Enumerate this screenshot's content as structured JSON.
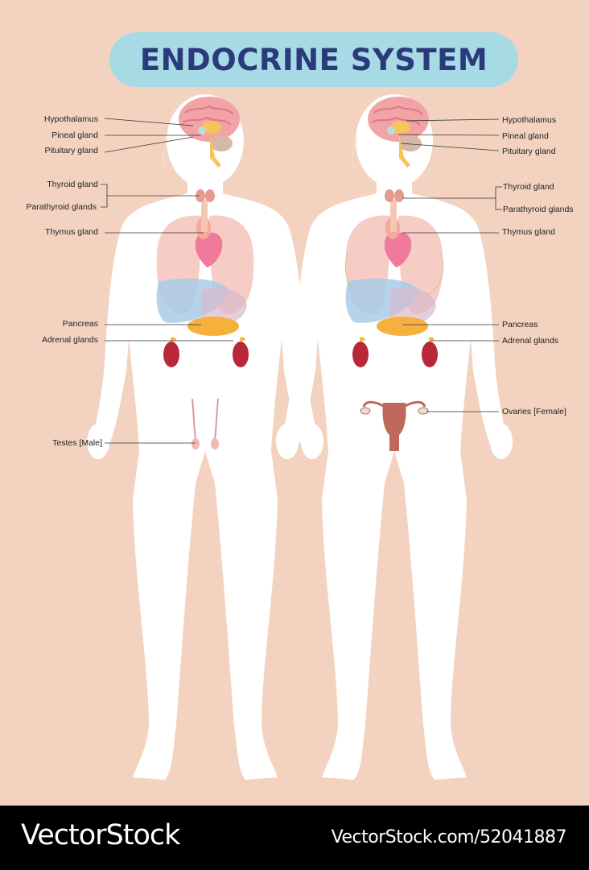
{
  "title": "ENDOCRINE SYSTEM",
  "male_labels": {
    "hypothalamus": "Hypothalamus",
    "pineal": "Pineal gland",
    "pituitary": "Pituitary gland",
    "thyroid": "Thyroid gland",
    "parathyroid": "Parathyroid glands",
    "thymus": "Thymus gland",
    "pancreas": "Pancreas",
    "adrenal": "Adrenal glands",
    "testes": "Testes [Male]"
  },
  "female_labels": {
    "hypothalamus": "Hypothalamus",
    "pineal": "Pineal gland",
    "pituitary": "Pituitary gland",
    "thyroid": "Thyroid gland",
    "parathyroid": "Parathyroid glands",
    "thymus": "Thymus gland",
    "pancreas": "Pancreas",
    "adrenal": "Adrenal glands",
    "ovaries": "Ovaries [Female]"
  },
  "watermark": {
    "brand": "VectorStock",
    "image_id": "VectorStock.com/52041887"
  },
  "colors": {
    "background": "#f3d3c0",
    "title_pill": "#a6dbe6",
    "title_text": "#2b3a7a",
    "silhouette": "#ffffff"
  }
}
